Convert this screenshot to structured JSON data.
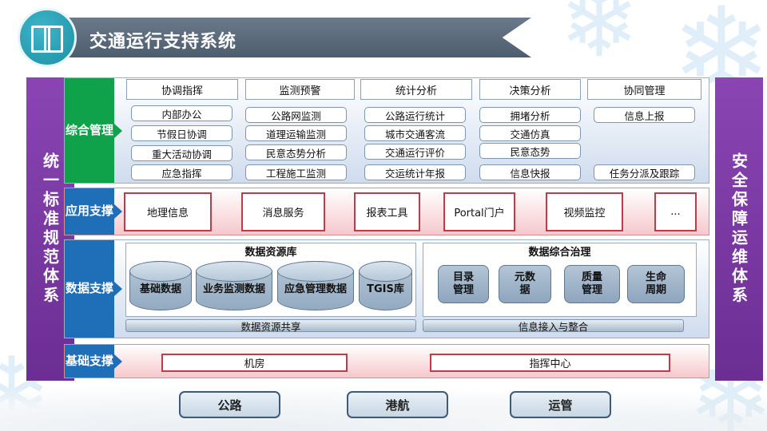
{
  "title": "交通运行支持系统",
  "left_pillar": "统一标准规范体系",
  "right_pillar": "安全保障运维体系",
  "integrated_mgmt": {
    "label": "综合管理",
    "columns": [
      {
        "header": "协调指挥",
        "items": [
          "内部办公",
          "节假日协调",
          "重大活动协调",
          "应急指挥"
        ]
      },
      {
        "header": "监测预警",
        "items": [
          "公路网监测",
          "道理运输监测",
          "民意态势分析",
          "工程施工监测"
        ]
      },
      {
        "header": "统计分析",
        "items": [
          "公路运行统计",
          "城市交通客流",
          "交通运行评价",
          "交运统计年报"
        ]
      },
      {
        "header": "决策分析",
        "items": [
          "拥堵分析",
          "交通仿真",
          "民意态势",
          "信息快报"
        ]
      },
      {
        "header": "协同管理",
        "items": [
          "信息上报",
          "任务分派及跟踪"
        ]
      }
    ]
  },
  "app_support": {
    "label": "应用支撑",
    "items": [
      "地理信息",
      "消息服务",
      "报表工具",
      "Portal门户",
      "视频监控",
      "..."
    ]
  },
  "data_support": {
    "label": "数据支撑",
    "resource_lib": {
      "title": "数据资源库",
      "items": [
        "基础数据",
        "业务监测数据",
        "应急管理数据",
        "TGIS库"
      ],
      "bar": "数据资源共享"
    },
    "governance": {
      "title": "数据综合治理",
      "items": [
        "目录管理",
        "元数据",
        "质量管理",
        "生命周期"
      ],
      "bar": "信息接入与整合"
    }
  },
  "infra_support": {
    "label": "基础支撑",
    "items": [
      "机房",
      "指挥中心"
    ]
  },
  "bottom": [
    "公路",
    "港航",
    "运管"
  ],
  "colors": {
    "purple": "#7a3aa5",
    "green": "#10a24a",
    "blue": "#1f6fb8",
    "red_border": "#c23a4a",
    "title_bar": "#5b6b7c"
  }
}
